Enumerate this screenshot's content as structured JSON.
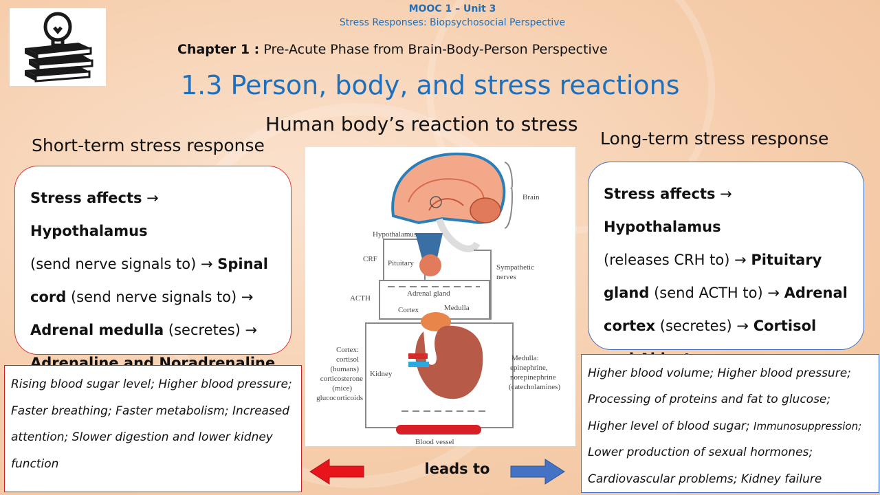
{
  "header": {
    "mooc": "MOOC 1 – Unit 3",
    "course_subtitle": "Stress Responses: Biopsychosocial Perspective",
    "chapter_label": "Chapter 1 :",
    "chapter_title": "Pre-Acute Phase from Brain-Body-Person Perspective",
    "section_title": "1.3 Person, body, and stress reactions",
    "subtitle": "Human body’s reaction to stress"
  },
  "short_term": {
    "heading": "Short-term stress response",
    "s1": "Stress affects",
    "arrow": " → ",
    "s2": "Hypothalamus",
    "s3": "(send nerve signals to)",
    "s4": "Spinal cord",
    "s5": "(send nerve signals to)",
    "s6": "Adrenal medulla",
    "s7": "(secretes)",
    "s8": "Adrenaline and Noradrenaline",
    "effects": [
      "Rising blood sugar level; Higher blood pressure;",
      "Faster breathing; Faster metabolism; Increased",
      "attention; Slower digestion and lower kidney",
      "function"
    ]
  },
  "long_term": {
    "heading": "Long-term stress response",
    "s1": "Stress affects",
    "s2": "Hypothalamus",
    "s3": "(releases CRH to)",
    "s4": "Pituitary gland",
    "s5": "(send ACTH to)",
    "s6": "Adrenal cortex",
    "s7": "(secretes)",
    "s8": "Cortisol and Aldosterone",
    "effects": [
      "Higher blood volume; Higher blood pressure;",
      "Processing of proteins and fat to glucose;",
      "Higher level of blood sugar;",
      "Immunosuppression;",
      "Lower production of sexual hormones;",
      "Cardiovascular problems; Kidney failure"
    ]
  },
  "diagram": {
    "brain": "Brain",
    "hypothalamus": "Hypothalamus",
    "crf": "CRF",
    "pituitary": "Pituitary",
    "sympathetic_1": "Sympathetic",
    "sympathetic_2": "nerves",
    "acth": "ACTH",
    "adrenal_gland": "Adrenal gland",
    "cortex": "Cortex",
    "medulla": "Medulla",
    "cortex_out": [
      "Cortex:",
      "cortisol",
      "(humans)",
      "corticosterone",
      "(mice)",
      "glucocorticoids"
    ],
    "kidney": "Kidney",
    "medulla_out": [
      "Medulla:",
      "epinephrine,",
      "norepinephrine",
      "(catecholamines)"
    ],
    "blood_vessel": "Blood vessel"
  },
  "leads_to": "leads to",
  "colors": {
    "title_blue": "#1f6fba",
    "left_border": "#d33333",
    "right_border": "#3a6fc4",
    "left_arrow": "#e8141b",
    "right_arrow": "#4472c4"
  },
  "icons": {
    "logo": "books-lightbulb-icon",
    "left_arrow": "left-arrow-icon",
    "right_arrow": "right-arrow-icon"
  }
}
